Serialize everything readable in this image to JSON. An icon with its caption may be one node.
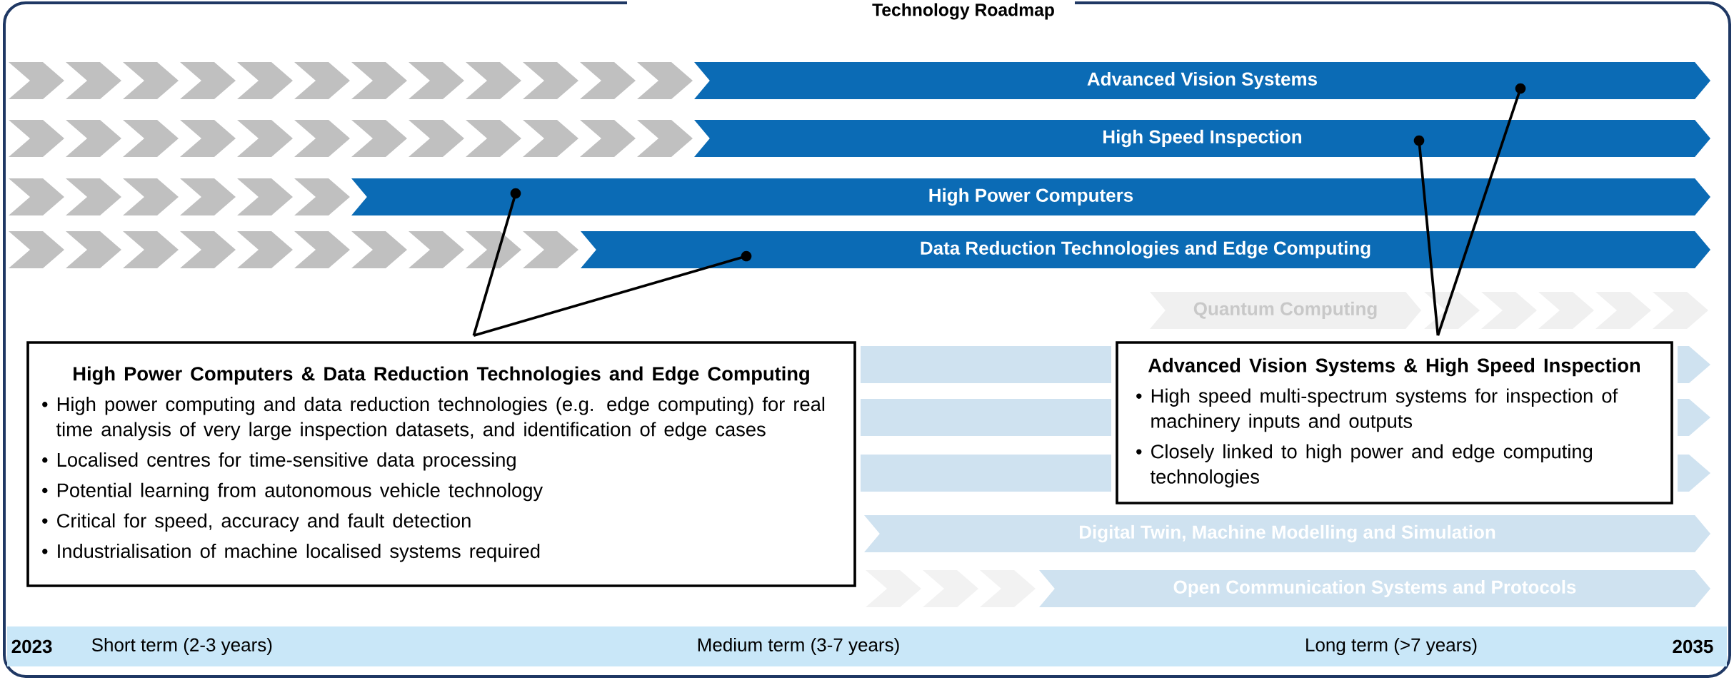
{
  "diagram": {
    "title": "Technology Roadmap",
    "nodes": [
      {
        "text": [
          "Advanced Vision Systems"
        ]
      },
      {
        "text": [
          "High Speed Inspection"
        ]
      },
      {
        "text": [
          "High Power Computers"
        ]
      },
      {
        "text": [
          "Data Reduction Technologies and Edge Computing"
        ]
      },
      {
        "text": [
          "Quantum Computing"
        ]
      },
      {
        "text": [
          "Digital Twin, Machine Modelling and Simulation"
        ]
      },
      {
        "text": [
          "Open Communication Systems and Protocols"
        ]
      },
      {
        "text": [
          "High Power Computers & Data Reduction Technologies and Edge Computing",
          "• High power computing and data reduction technologies (e.g. edge computing) for real time analysis of very large inspection datasets, and identification of edge cases",
          "• Localised centres for time-sensitive data processing",
          "• Potential learning from autonomous vehicle technology",
          "• Critical for speed, accuracy and fault detection",
          "• Industrialisation of machine localised systems required"
        ]
      },
      {
        "text": [
          "Advanced Vision Systems & High Speed Inspection",
          "• High speed multi-spectrum systems for inspection of machinery inputs and outputs",
          "• Closely linked to high power and edge computing technologies"
        ]
      }
    ],
    "edges": [
      {
        "from": 7,
        "to": 2,
        "arrow": "other"
      },
      {
        "from": 7,
        "to": 3,
        "arrow": "other"
      },
      {
        "from": 8,
        "to": 0,
        "arrow": "other"
      },
      {
        "from": 8,
        "to": 1,
        "arrow": "other"
      }
    ],
    "labels": [
      "2023",
      "Short term (2-3 years)",
      "Medium term (3-7 years)",
      "Long term (>7 years)",
      "2035"
    ]
  }
}
